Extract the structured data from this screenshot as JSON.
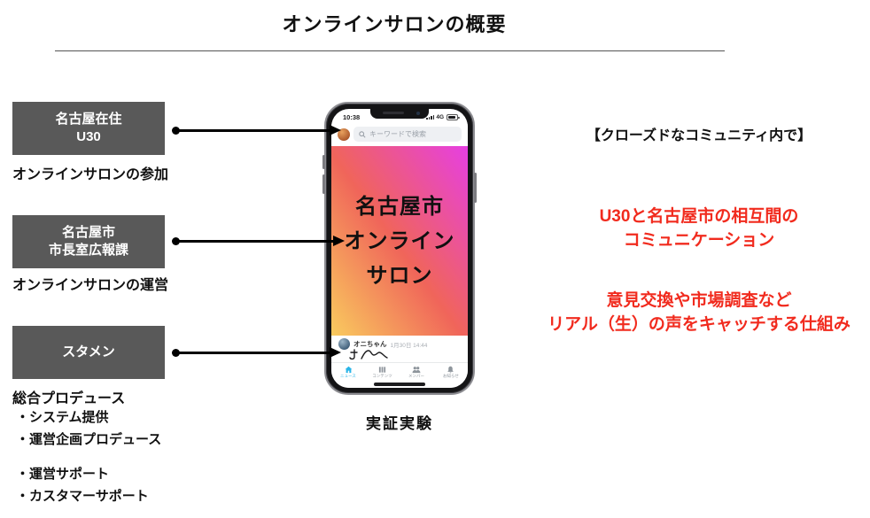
{
  "title": "オンラインサロンの概要",
  "actors": [
    {
      "box_line1": "名古屋在住",
      "box_line2": "U30",
      "role": "オンラインサロンの参加"
    },
    {
      "box_line1": "名古屋市",
      "box_line2": "市長室広報課",
      "role": "オンラインサロンの運営"
    },
    {
      "box_line1": "スタメン",
      "role": "総合プロデュース",
      "bullets": [
        "・システム提供",
        "・運営企画プロデュース",
        "・運営サポート",
        "・カスタマーサポート"
      ]
    }
  ],
  "colors": {
    "actor_box_bg": "#595959",
    "accent_red": "#f12b1e",
    "banner_gradient_bottom_left": "#f9cb5e",
    "banner_gradient_middle": "#f0655a",
    "banner_gradient_top_right": "#e63fe2",
    "nav_active_blue": "#29b5e8"
  },
  "phone": {
    "status": {
      "time": "10:38",
      "network": "4G"
    },
    "search": {
      "placeholder": "キーワードで検索"
    },
    "banner": {
      "line1": "名古屋市",
      "line2": "オンライン",
      "line3": "サロン"
    },
    "post": {
      "username": "オニちゃん",
      "timestamp": "1月30日 14:44"
    },
    "nav": [
      {
        "label": "ニュース",
        "icon": "home-icon",
        "active": true
      },
      {
        "label": "コンテンツ",
        "icon": "contents-icon",
        "active": false
      },
      {
        "label": "メンバー",
        "icon": "members-icon",
        "active": false
      },
      {
        "label": "お知らせ",
        "icon": "bell-icon",
        "active": false
      }
    ],
    "caption": "実証実験"
  },
  "right_panel": {
    "heading": "【クローズドなコミュニティ内で】",
    "message1": [
      "U30と名古屋市の相互間の",
      "コミュニケーション"
    ],
    "message2": [
      "意見交換や市場調査など",
      "リアル（生）の声をキャッチする仕組み"
    ]
  }
}
